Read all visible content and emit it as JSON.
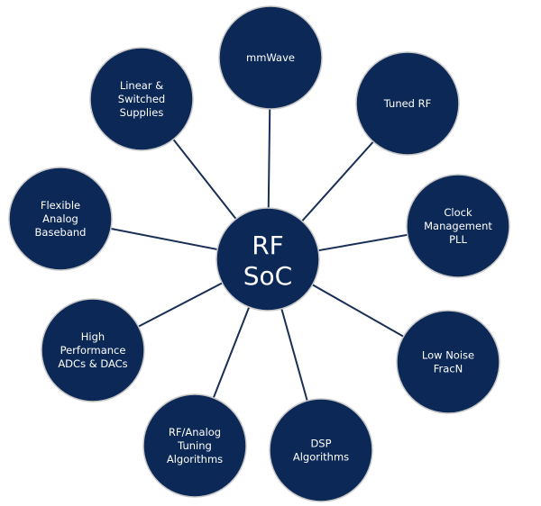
{
  "diagram": {
    "type": "hub-and-spoke",
    "colors": {
      "node_fill": "#0c2856",
      "node_outline": "#c8c8c8",
      "connector": "#1a2f55",
      "text": "#ffffff",
      "background": "#ffffff"
    },
    "hub": {
      "id": "rf-soc",
      "lines": [
        "RF",
        "SoC"
      ]
    },
    "nodes": [
      {
        "id": "mmwave",
        "lines": [
          "mmWave"
        ]
      },
      {
        "id": "tuned-rf",
        "lines": [
          "Tuned RF"
        ]
      },
      {
        "id": "clock-management-pll",
        "lines": [
          "Clock",
          "Management",
          "PLL"
        ]
      },
      {
        "id": "low-noise-fracn",
        "lines": [
          "Low Noise",
          "FracN"
        ]
      },
      {
        "id": "dsp-algorithms",
        "lines": [
          "DSP",
          "Algorithms"
        ]
      },
      {
        "id": "rf-analog-tuning-algorithms",
        "lines": [
          "RF/Analog",
          "Tuning",
          "Algorithms"
        ]
      },
      {
        "id": "high-performance-adcs-dacs",
        "lines": [
          "High",
          "Performance",
          "ADCs & DACs"
        ]
      },
      {
        "id": "flexible-analog-baseband",
        "lines": [
          "Flexible",
          "Analog",
          "Baseband"
        ]
      },
      {
        "id": "linear-switched-supplies",
        "lines": [
          "Linear &",
          "Switched",
          "Supplies"
        ]
      }
    ]
  }
}
